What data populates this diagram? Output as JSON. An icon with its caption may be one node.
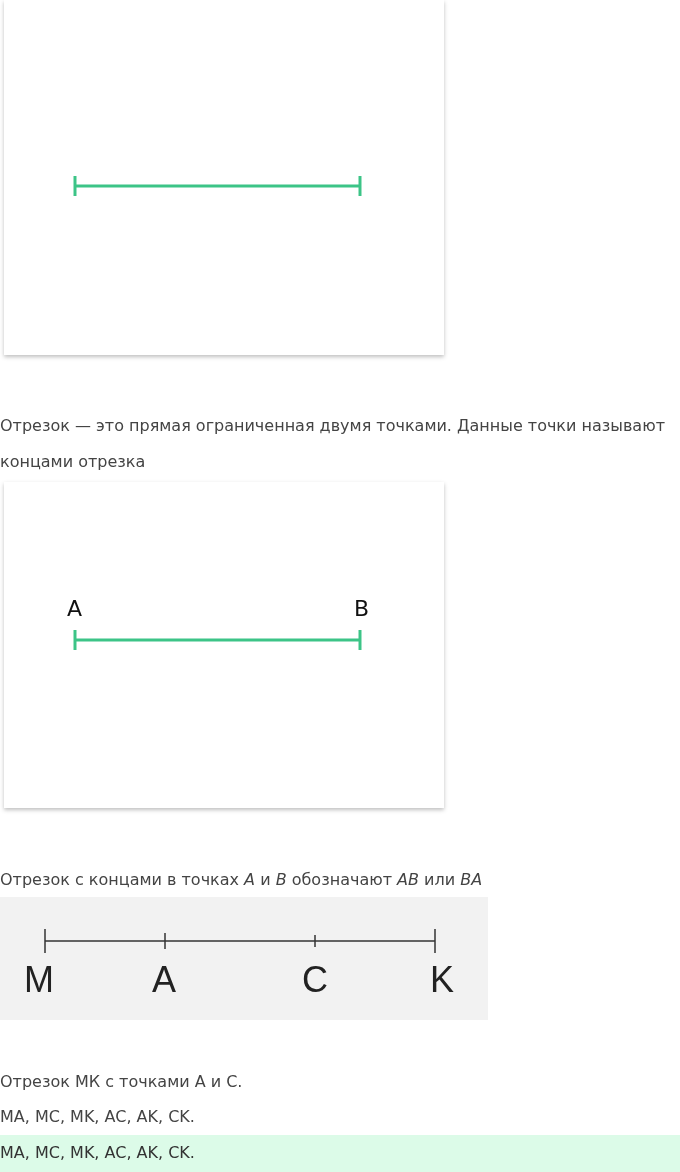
{
  "diagram": {
    "labels": [
      "Отрезок — это прямая ограниченная двумя точками. Данные точки называют концами отрезка",
      "A",
      "B",
      "Отрезок с концами в точках *A* и *B* обозначают *AB* или *BA*",
      "M",
      "A",
      "C",
      "K",
      "Отрезок МК с точками А и С.",
      "MA, MC, MK, AC, AK, CK.",
      "MA, MC, MK, AC, AK, CK."
    ]
  }
}
